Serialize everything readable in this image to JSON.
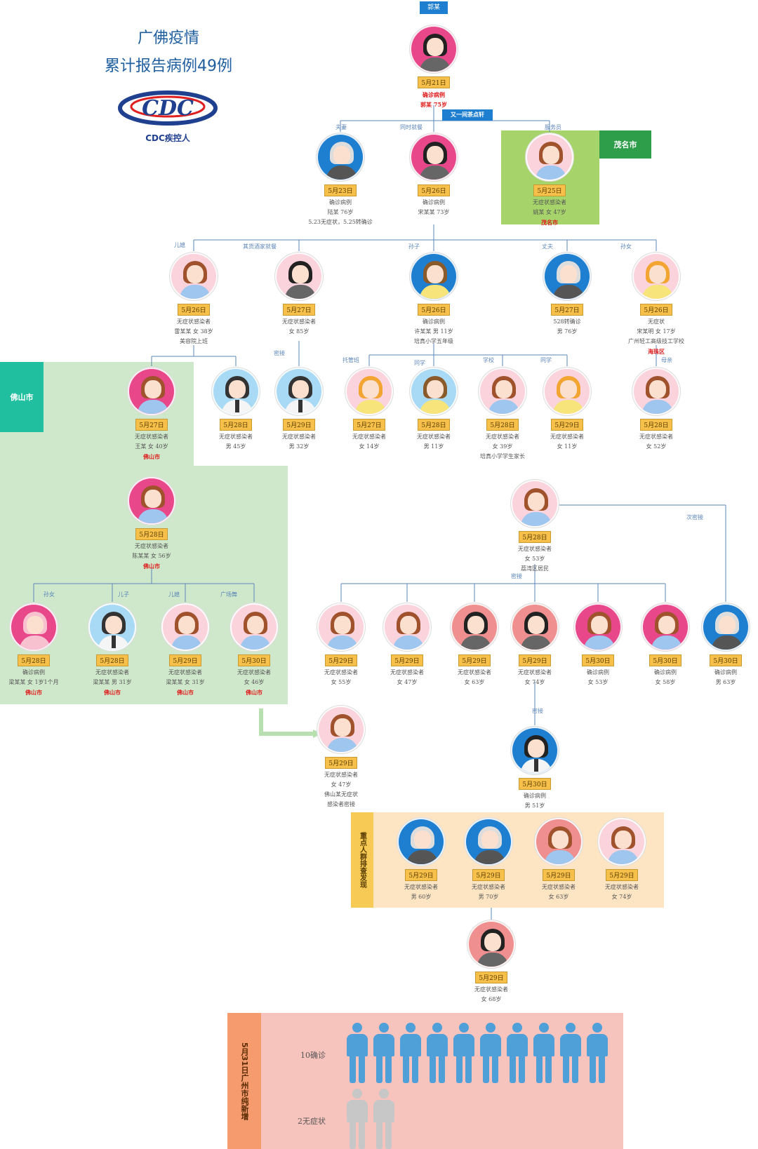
{
  "title": {
    "line1": "广佛疫情",
    "line2": "累计报告病例49例"
  },
  "logo": {
    "text": "CDC疾控人",
    "mark": "CDC"
  },
  "colors": {
    "pink": "#e8488a",
    "blue": "#1e7fd0",
    "lightblue": "#9fd3f3",
    "lightpink": "#f7c3cf",
    "salmon": "#ef8f8f",
    "green_region": "#cfe8cb",
    "green_region_dark": "#a6d46a",
    "yellow_region": "#fde5c4",
    "salmon_region": "#f6c3bd",
    "date_bg": "#f6c04a"
  },
  "region_labels": {
    "maoming": "茂名市",
    "foshan": "佛山市",
    "screening": "重点人群排查发现",
    "new_cases": "5月31日广州市纯新增"
  },
  "relations": {
    "top_to_shop": "又一间茶点轩",
    "couple": "夫妻",
    "meal": "同时就餐",
    "waiter": "服务员",
    "daughter": "儿媳",
    "restaurant": "其货酒家就餐",
    "grandson": "孙子",
    "husband": "丈夫",
    "granddaughter": "孙女",
    "close1": "密接",
    "class_teacher": "托管班",
    "classmate1": "同学",
    "school": "学校",
    "classmate2": "同学",
    "mother": "母亲",
    "sub_close": "次密接",
    "close2": "密接",
    "close3": "密接",
    "fs_grandgirl": "孙女",
    "fs_son": "儿子",
    "fs_daughterinlaw": "儿媳",
    "fs_dance": "广场舞"
  },
  "nodes": {
    "root": {
      "label": "郭某",
      "date": "5月21日",
      "info1": "确诊病例",
      "info2": "郭某 75岁"
    },
    "n_lu": {
      "date": "5月23日",
      "info1": "确诊病例",
      "info2": "陆某 76岁",
      "info3": "5.23无症状，5.25转确诊"
    },
    "n_song": {
      "date": "5月26日",
      "info1": "确诊病例",
      "info2": "宋某某 73岁"
    },
    "n_yao": {
      "date": "5月25日",
      "info1": "无症状感染者",
      "info2": "姚某 女 47岁",
      "info3": "茂名市"
    },
    "n_lei": {
      "date": "5月26日",
      "info1": "无症状感染者",
      "info2": "雷某某 女 38岁",
      "info3": "美容院上班"
    },
    "n_85": {
      "date": "5月27日",
      "info1": "无症状感染者",
      "info2": "女 85岁"
    },
    "n_xu": {
      "date": "5月26日",
      "info1": "确诊病例",
      "info2": "许某某 男 11岁",
      "info3": "培真小学五年级"
    },
    "n_76": {
      "date": "5月27日",
      "info1": "528转确诊",
      "info2": "男 76岁"
    },
    "n_songm": {
      "date": "5月26日",
      "info1": "无症状",
      "info2": "宋某明 女 17岁",
      "info3": "广州轻工高级技工学校",
      "info4": "海珠区"
    },
    "n_wang": {
      "date": "5月27日",
      "info1": "无症状感染者",
      "info2": "王某 女 40岁",
      "info3": "佛山市"
    },
    "n_45": {
      "date": "5月28日",
      "info1": "无症状感染者",
      "info2": "男 45岁"
    },
    "n_32": {
      "date": "5月29日",
      "info1": "无症状感染者",
      "info2": "男 32岁"
    },
    "n_14": {
      "date": "5月27日",
      "info1": "无症状感染者",
      "info2": "女 14岁"
    },
    "n_11m": {
      "date": "5月28日",
      "info1": "无症状感染者",
      "info2": "男 11岁"
    },
    "n_39": {
      "date": "5月28日",
      "info1": "无症状感染者",
      "info2": "女 39岁",
      "info3": "培真小学学生家长"
    },
    "n_11f": {
      "date": "5月29日",
      "info1": "无症状感染者",
      "info2": "女 11岁"
    },
    "n_52": {
      "date": "5月28日",
      "info1": "无症状感染者",
      "info2": "女 52岁"
    },
    "n_chen": {
      "date": "5月28日",
      "info1": "无症状感染者",
      "info2": "陈某某 女 56岁",
      "info3": "佛山市"
    },
    "n_53": {
      "date": "5月28日",
      "info1": "无症状感染者",
      "info2": "女 53岁",
      "info3": "荔湾区居民"
    },
    "n_baby": {
      "date": "5月28日",
      "info1": "确诊病例",
      "info2": "梁某某 女 1岁1个月",
      "info3": "佛山市"
    },
    "n_liang31m": {
      "date": "5月28日",
      "info1": "无症状感染者",
      "info2": "梁某某 男 31岁",
      "info3": "佛山市"
    },
    "n_liang31f": {
      "date": "5月29日",
      "info1": "无症状感染者",
      "info2": "梁某某 女 31岁",
      "info3": "佛山市"
    },
    "n_46": {
      "date": "5月30日",
      "info1": "无症状感染者",
      "info2": "女 46岁",
      "info3": "佛山市"
    },
    "n_55": {
      "date": "5月29日",
      "info1": "无症状感染者",
      "info2": "女 55岁"
    },
    "n_47a": {
      "date": "5月29日",
      "info1": "无症状感染者",
      "info2": "女 47岁"
    },
    "n_63a": {
      "date": "5月29日",
      "info1": "无症状感染者",
      "info2": "女 63岁"
    },
    "n_74a": {
      "date": "5月29日",
      "info1": "无症状感染者",
      "info2": "女 74岁"
    },
    "n_53c": {
      "date": "5月30日",
      "info1": "确诊病例",
      "info2": "女 53岁"
    },
    "n_58": {
      "date": "5月30日",
      "info1": "确诊病例",
      "info2": "女 58岁"
    },
    "n_63m": {
      "date": "5月30日",
      "info1": "确诊病例",
      "info2": "男 63岁"
    },
    "n_47b": {
      "date": "5月29日",
      "info1": "无症状感染者",
      "info2": "女 47岁",
      "info3": "佛山某无症状",
      "info4": "感染者密接"
    },
    "n_51": {
      "date": "5月30日",
      "info1": "确诊病例",
      "info2": "男 51岁"
    },
    "s_60": {
      "date": "5月29日",
      "info1": "无症状感染者",
      "info2": "男 60岁"
    },
    "s_70": {
      "date": "5月29日",
      "info1": "无症状感染者",
      "info2": "男 70岁"
    },
    "s_63": {
      "date": "5月29日",
      "info1": "无症状感染者",
      "info2": "女 63岁"
    },
    "s_74": {
      "date": "5月29日",
      "info1": "无症状感染者",
      "info2": "女 74岁"
    },
    "n_68": {
      "date": "5月29日",
      "info1": "无症状感染者",
      "info2": "女 68岁"
    }
  },
  "summary": {
    "confirmed_label": "10确诊",
    "confirmed_count": 10,
    "asymptomatic_label": "2无症状",
    "asymptomatic_count": 2
  }
}
